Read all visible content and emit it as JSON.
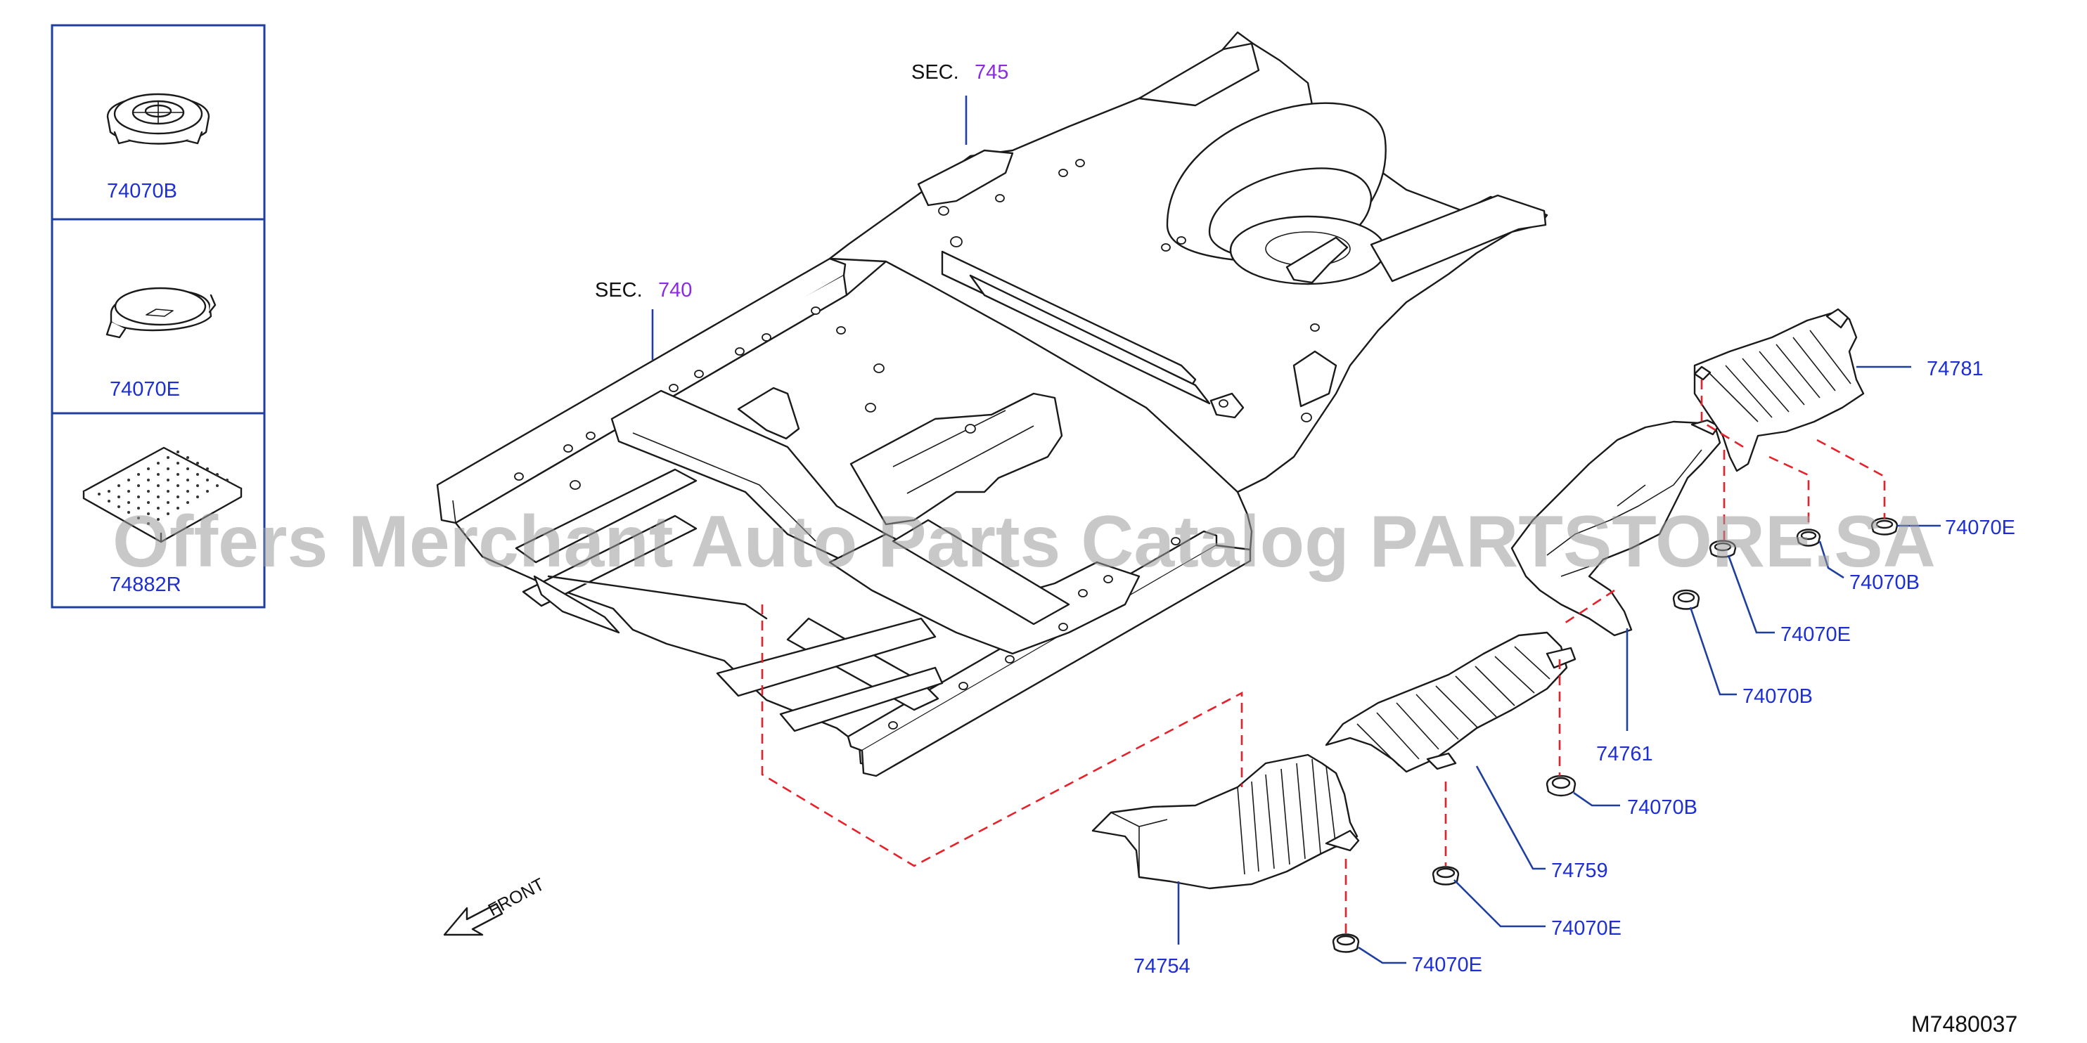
{
  "legend": [
    {
      "label": "74070B",
      "icon": "round-grommet-icon"
    },
    {
      "label": "74070E",
      "icon": "flat-clip-icon"
    },
    {
      "label": "74882R",
      "icon": "insulator-pad-icon"
    }
  ],
  "sections": [
    {
      "prefix": "SEC.",
      "number": "745"
    },
    {
      "prefix": "SEC.",
      "number": "740"
    }
  ],
  "callouts": {
    "c74781": "74781",
    "c74070e_rear": "74070E",
    "c74070b_rear": "74070B",
    "c74070e_mid": "74070E",
    "c74070b_mid": "74070B",
    "c74761": "74761",
    "c74070b_low": "74070B",
    "c74759": "74759",
    "c74070e_low": "74070E",
    "c74754": "74754",
    "c74070e_front": "74070E"
  },
  "front_label": "FRONT",
  "diagram_code": "M7480037",
  "watermark": "Offers Merchant Auto Parts Catalog PARTSTORE.SA",
  "colors": {
    "callout_text": "#1d2fd2",
    "leader_line": "#1f3fa0",
    "hidden_dash": "#e8202a",
    "section_number": "#8a2be2"
  }
}
